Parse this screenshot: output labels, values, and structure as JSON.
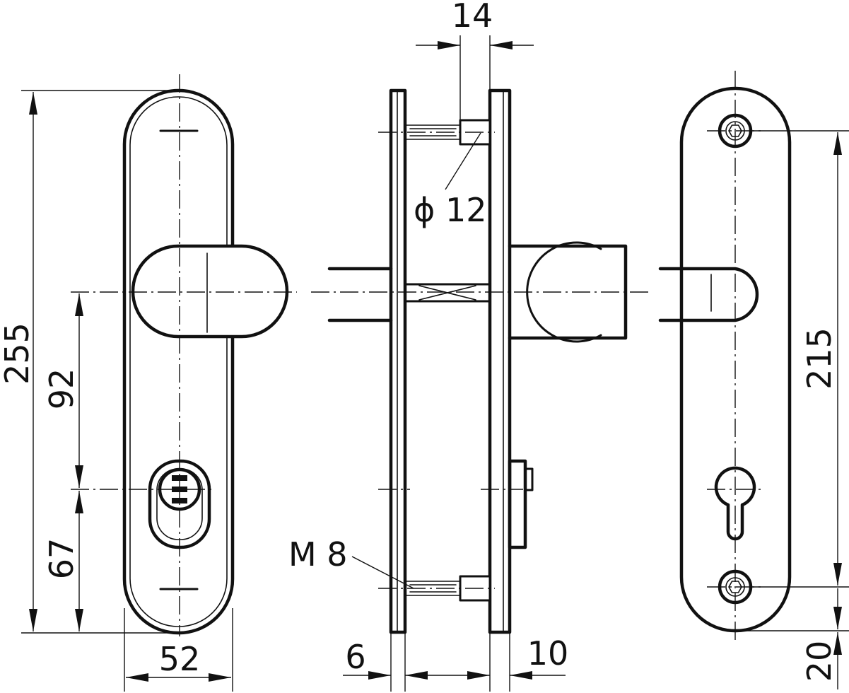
{
  "dimensions": {
    "overall_height": "255",
    "handle_to_cylinder": "92",
    "cylinder_to_bottom": "67",
    "plate_width": "52",
    "spindle_offset": "14",
    "spindle_diameter": "ϕ 12",
    "thread": "M 8",
    "plate_thickness_left": "6",
    "plate_thickness_right": "10",
    "screw_spacing": "215",
    "screw_to_bottom": "20"
  }
}
